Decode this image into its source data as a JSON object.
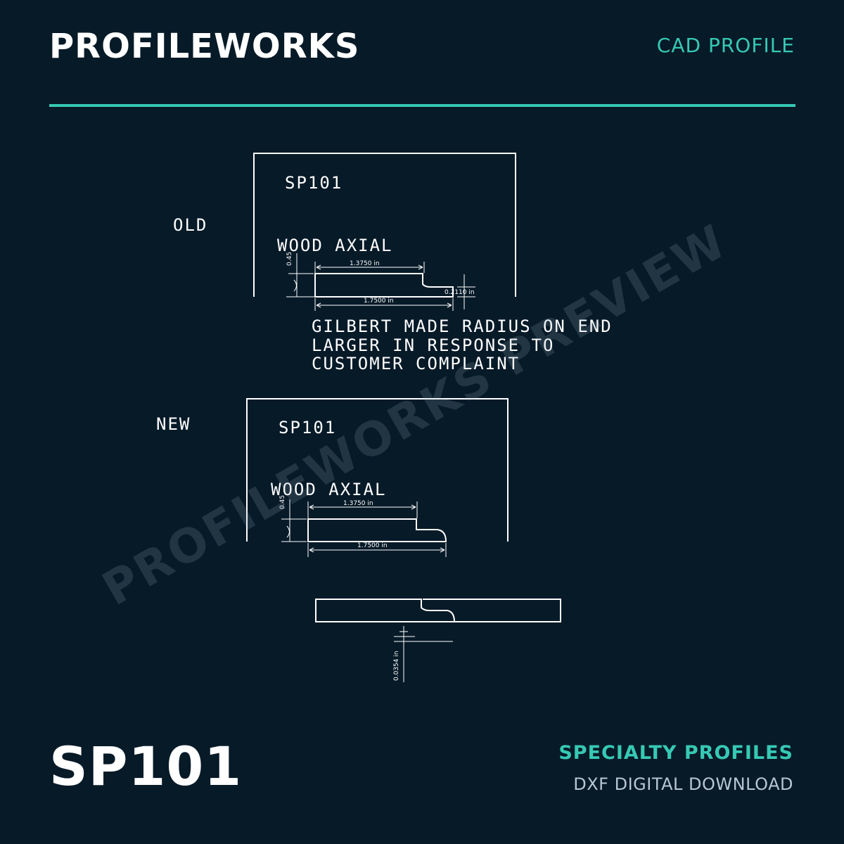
{
  "header": {
    "brand": "PROFILEWORKS",
    "category": "CAD PROFILE"
  },
  "watermark": "PROFILEWORKS PREVIEW",
  "drawing": {
    "old": {
      "side_label": "OLD",
      "part_number": "SP101",
      "material": "WOOD AXIAL",
      "dim_top": "1.3750 in",
      "dim_bottom": "1.7500 in",
      "dim_end": "0.2110 in",
      "dim_height": "0.45"
    },
    "note": {
      "line1": "GILBERT MADE RADIUS ON END",
      "line2": "LARGER IN RESPONSE TO",
      "line3": "CUSTOMER COMPLAINT"
    },
    "new": {
      "side_label": "NEW",
      "part_number": "SP101",
      "material": "WOOD AXIAL",
      "dim_top": "1.3750 in",
      "dim_bottom": "1.7500 in",
      "dim_height": "0.45"
    },
    "joint_detail": {
      "dim_gap": "0.0354 in"
    }
  },
  "footer": {
    "product_code": "SP101",
    "collection": "SPECIALTY PROFILES",
    "format": "DXF DIGITAL DOWNLOAD"
  }
}
